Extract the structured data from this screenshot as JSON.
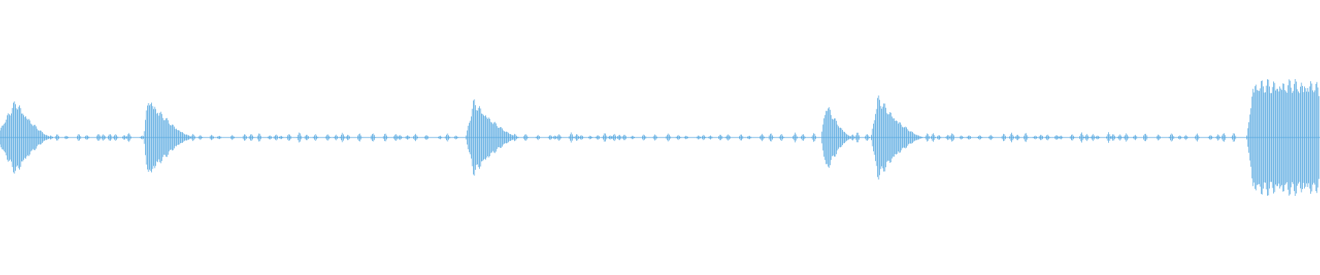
{
  "waveform": {
    "color": "#5aaae0",
    "bursts": [
      {
        "center_frac": 0.012,
        "amplitude": 0.58
      },
      {
        "center_frac": 0.112,
        "amplitude": 0.64
      },
      {
        "center_frac": 0.359,
        "amplitude": 0.58
      },
      {
        "center_frac": 0.626,
        "amplitude": 0.53
      },
      {
        "center_frac": 0.665,
        "amplitude": 0.64
      },
      {
        "center_frac": 0.973,
        "amplitude": 0.86
      }
    ]
  }
}
